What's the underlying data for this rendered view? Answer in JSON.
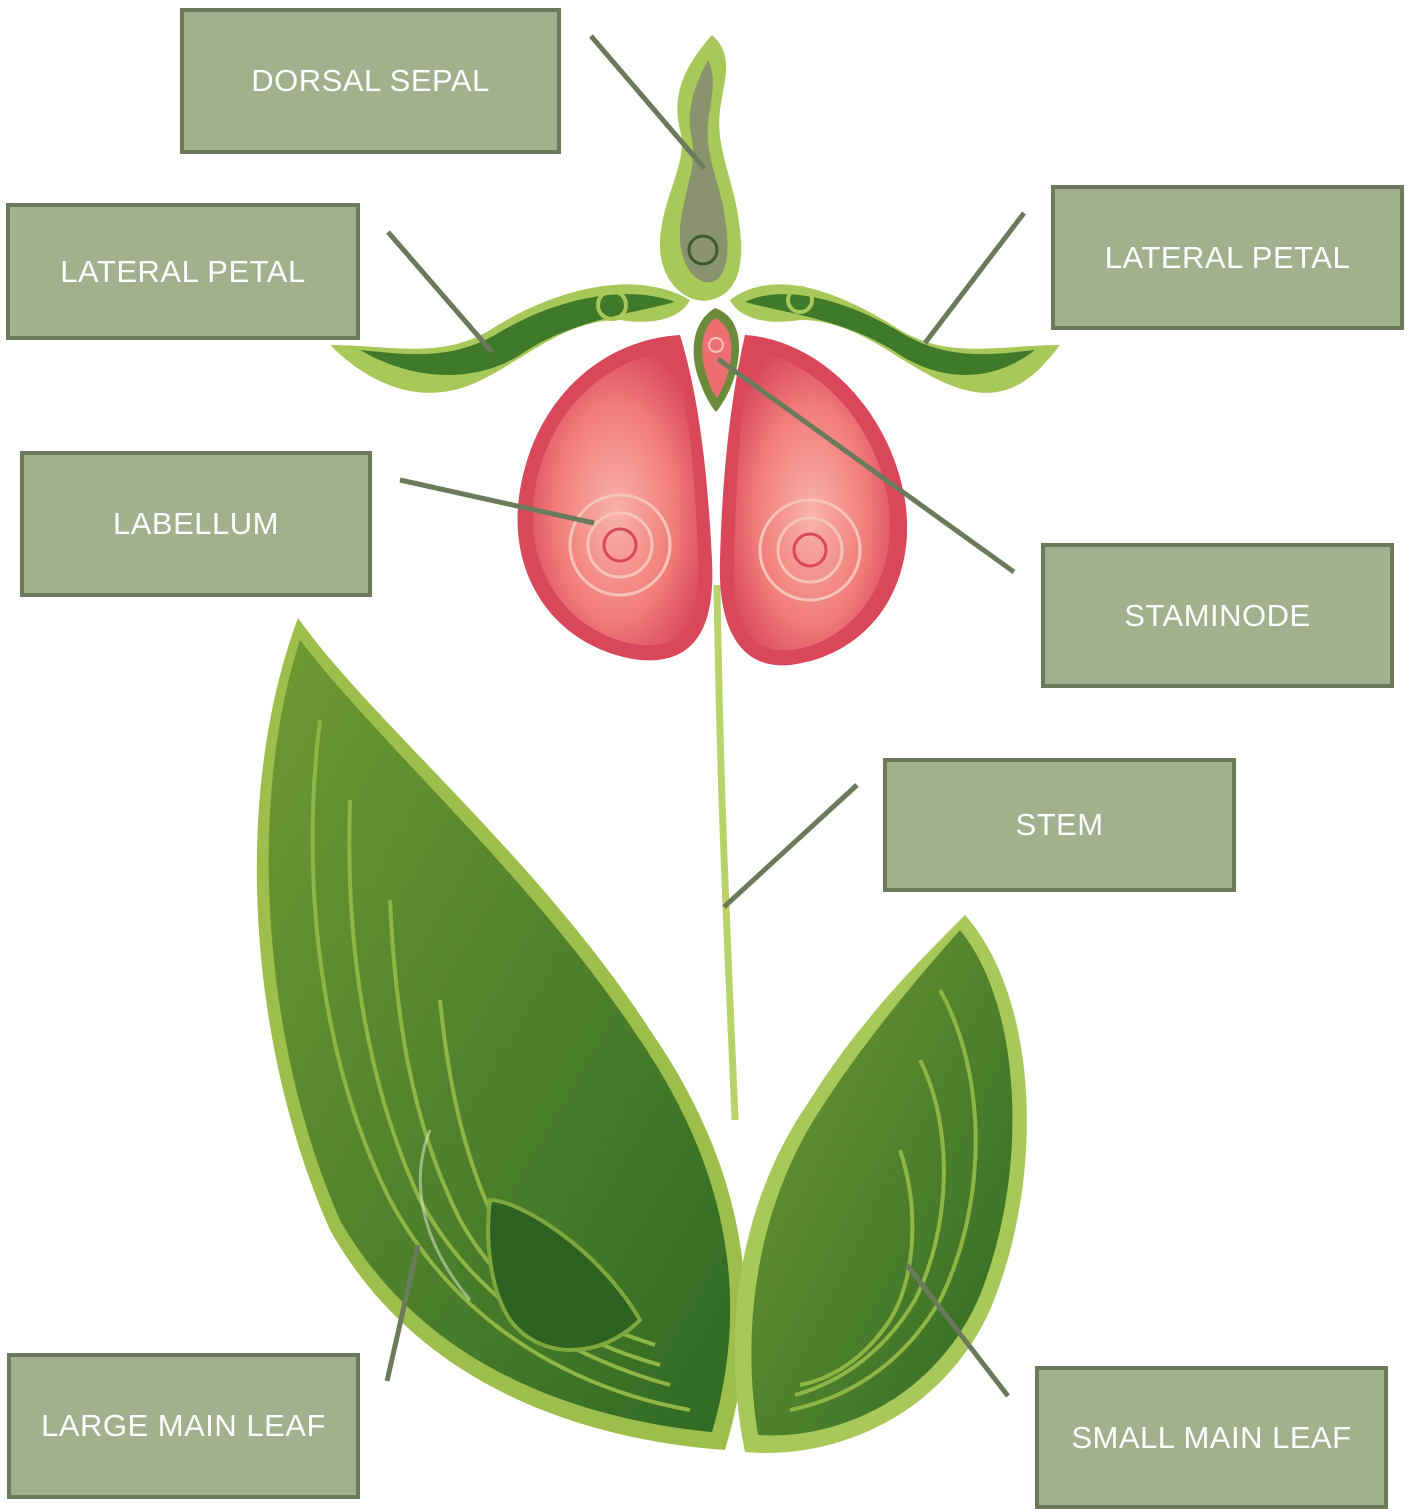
{
  "labels": {
    "dorsal_sepal": "DORSAL SEPAL",
    "lateral_petal_left": "LATERAL PETAL",
    "lateral_petal_right": "LATERAL PETAL",
    "labellum": "LABELLUM",
    "staminode": "STAMINODE",
    "stem": "STEM",
    "large_main_leaf": "LARGE MAIN LEAF",
    "small_main_leaf": "SMALL MAIN LEAF"
  },
  "colors": {
    "label_fill": "#a3b08d",
    "label_border": "#6c7a5c",
    "leader_line": "#6c7a5c",
    "leaf_dark": "#3f7a2a",
    "leaf_light": "#a9c85a",
    "petal_pink": "#ee6f72",
    "petal_light": "#f6a49c"
  }
}
